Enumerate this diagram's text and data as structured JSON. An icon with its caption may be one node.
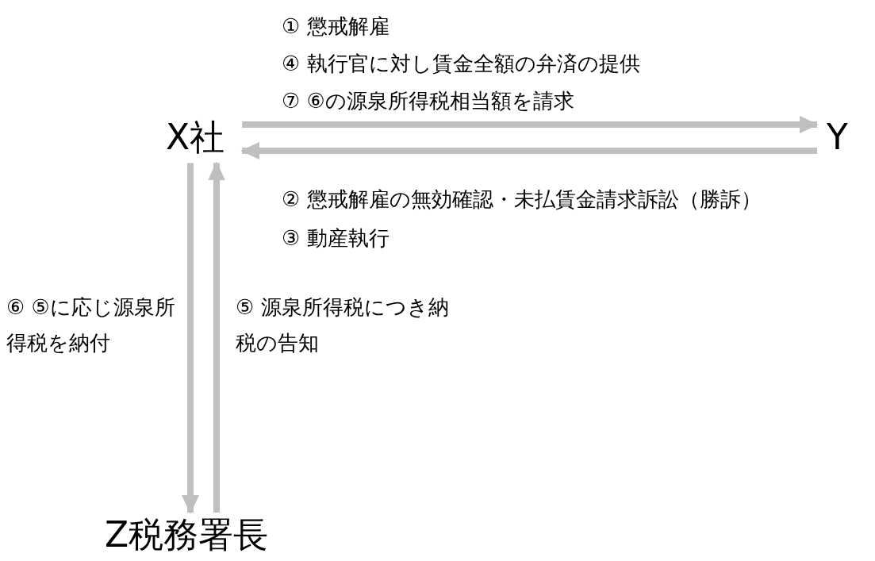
{
  "diagram": {
    "nodes": [
      {
        "text": [
          "X社"
        ]
      },
      {
        "text": [
          "Y"
        ]
      },
      {
        "text": [
          "Z税務署長"
        ]
      }
    ],
    "edges": [
      {
        "from": 0,
        "to": 1,
        "arrow": "to"
      },
      {
        "from": 1,
        "to": 0,
        "arrow": "to"
      },
      {
        "from": 0,
        "to": 2,
        "arrow": "to",
        "label": "⑥ ⑤に応じ源泉所得税を納付"
      },
      {
        "from": 2,
        "to": 0,
        "arrow": "to",
        "label": "⑤ 源泉所得税につき納税の告知"
      }
    ],
    "labels": [
      "① 懲戒解雇",
      "④ 執行官に対し賃金全額の弁済の提供",
      "⑦ ⑥の源泉所得税相当額を請求",
      "② 懲戒解雇の無効確認・未払賃金請求訴訟（勝訴）",
      "③ 動産執行"
    ]
  }
}
